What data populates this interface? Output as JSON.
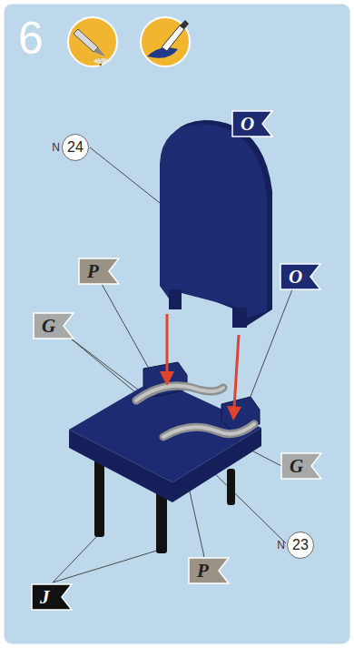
{
  "diagram": {
    "nodes": [
      {
        "text": [
          "N",
          "24"
        ]
      },
      {
        "text": [
          "O"
        ]
      },
      {
        "text": [
          "P"
        ]
      },
      {
        "text": [
          "O"
        ]
      },
      {
        "text": [
          "G"
        ]
      },
      {
        "text": [
          "G"
        ]
      },
      {
        "text": [
          "N",
          "23"
        ]
      },
      {
        "text": [
          "P"
        ]
      },
      {
        "text": [
          "J"
        ]
      }
    ],
    "labels": [
      "6"
    ]
  }
}
